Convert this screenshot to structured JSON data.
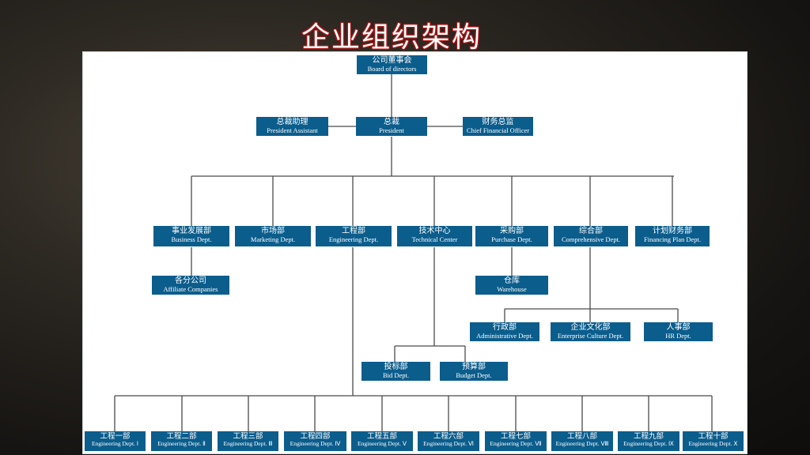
{
  "title": "企业组织架构",
  "board": {
    "zh": "公司董事会",
    "en": "Board of directors"
  },
  "president_assistant": {
    "zh": "总裁助理",
    "en": "President Assistant"
  },
  "president": {
    "zh": "总裁",
    "en": "President"
  },
  "cfo": {
    "zh": "财务总监",
    "en": "Chief Financial Officer"
  },
  "departments": [
    {
      "zh": "事业发展部",
      "en": "Business Dept."
    },
    {
      "zh": "市场部",
      "en": "Marketing Dept."
    },
    {
      "zh": "工程部",
      "en": "Engineering Dept."
    },
    {
      "zh": "技术中心",
      "en": "Technical Center"
    },
    {
      "zh": "采购部",
      "en": "Purchase Dept."
    },
    {
      "zh": "综合部",
      "en": "Comprehensive Dept."
    },
    {
      "zh": "计划财务部",
      "en": "Financing Plan Dept."
    }
  ],
  "affiliate": {
    "zh": "各分公司",
    "en": "Affiliate Companies"
  },
  "warehouse": {
    "zh": "仓库",
    "en": "Warehouse"
  },
  "comprehensive_subs": [
    {
      "zh": "行政部",
      "en": "Administrative Dept."
    },
    {
      "zh": "企业文化部",
      "en": "Enterprise Culture Dept."
    },
    {
      "zh": "人事部",
      "en": "HR Dept."
    }
  ],
  "technical_subs": [
    {
      "zh": "投标部",
      "en": "Bid Dept."
    },
    {
      "zh": "预算部",
      "en": "Budget Dept."
    }
  ],
  "engineering_units": [
    {
      "zh": "工程一部",
      "en": "Engineering Dept. Ⅰ"
    },
    {
      "zh": "工程二部",
      "en": "Engineering Dept. Ⅱ"
    },
    {
      "zh": "工程三部",
      "en": "Engineering Dept. Ⅲ"
    },
    {
      "zh": "工程四部",
      "en": "Engineering Dept. Ⅳ"
    },
    {
      "zh": "工程五部",
      "en": "Engineering Dept. Ⅴ"
    },
    {
      "zh": "工程六部",
      "en": "Engineering Dept. Ⅵ"
    },
    {
      "zh": "工程七部",
      "en": "Engineering Dept. Ⅶ"
    },
    {
      "zh": "工程八部",
      "en": "Engineering Dept. Ⅷ"
    },
    {
      "zh": "工程九部",
      "en": "Engineering Dept. Ⅸ"
    },
    {
      "zh": "工程十部",
      "en": "Engineering Dept. Ⅹ"
    }
  ]
}
